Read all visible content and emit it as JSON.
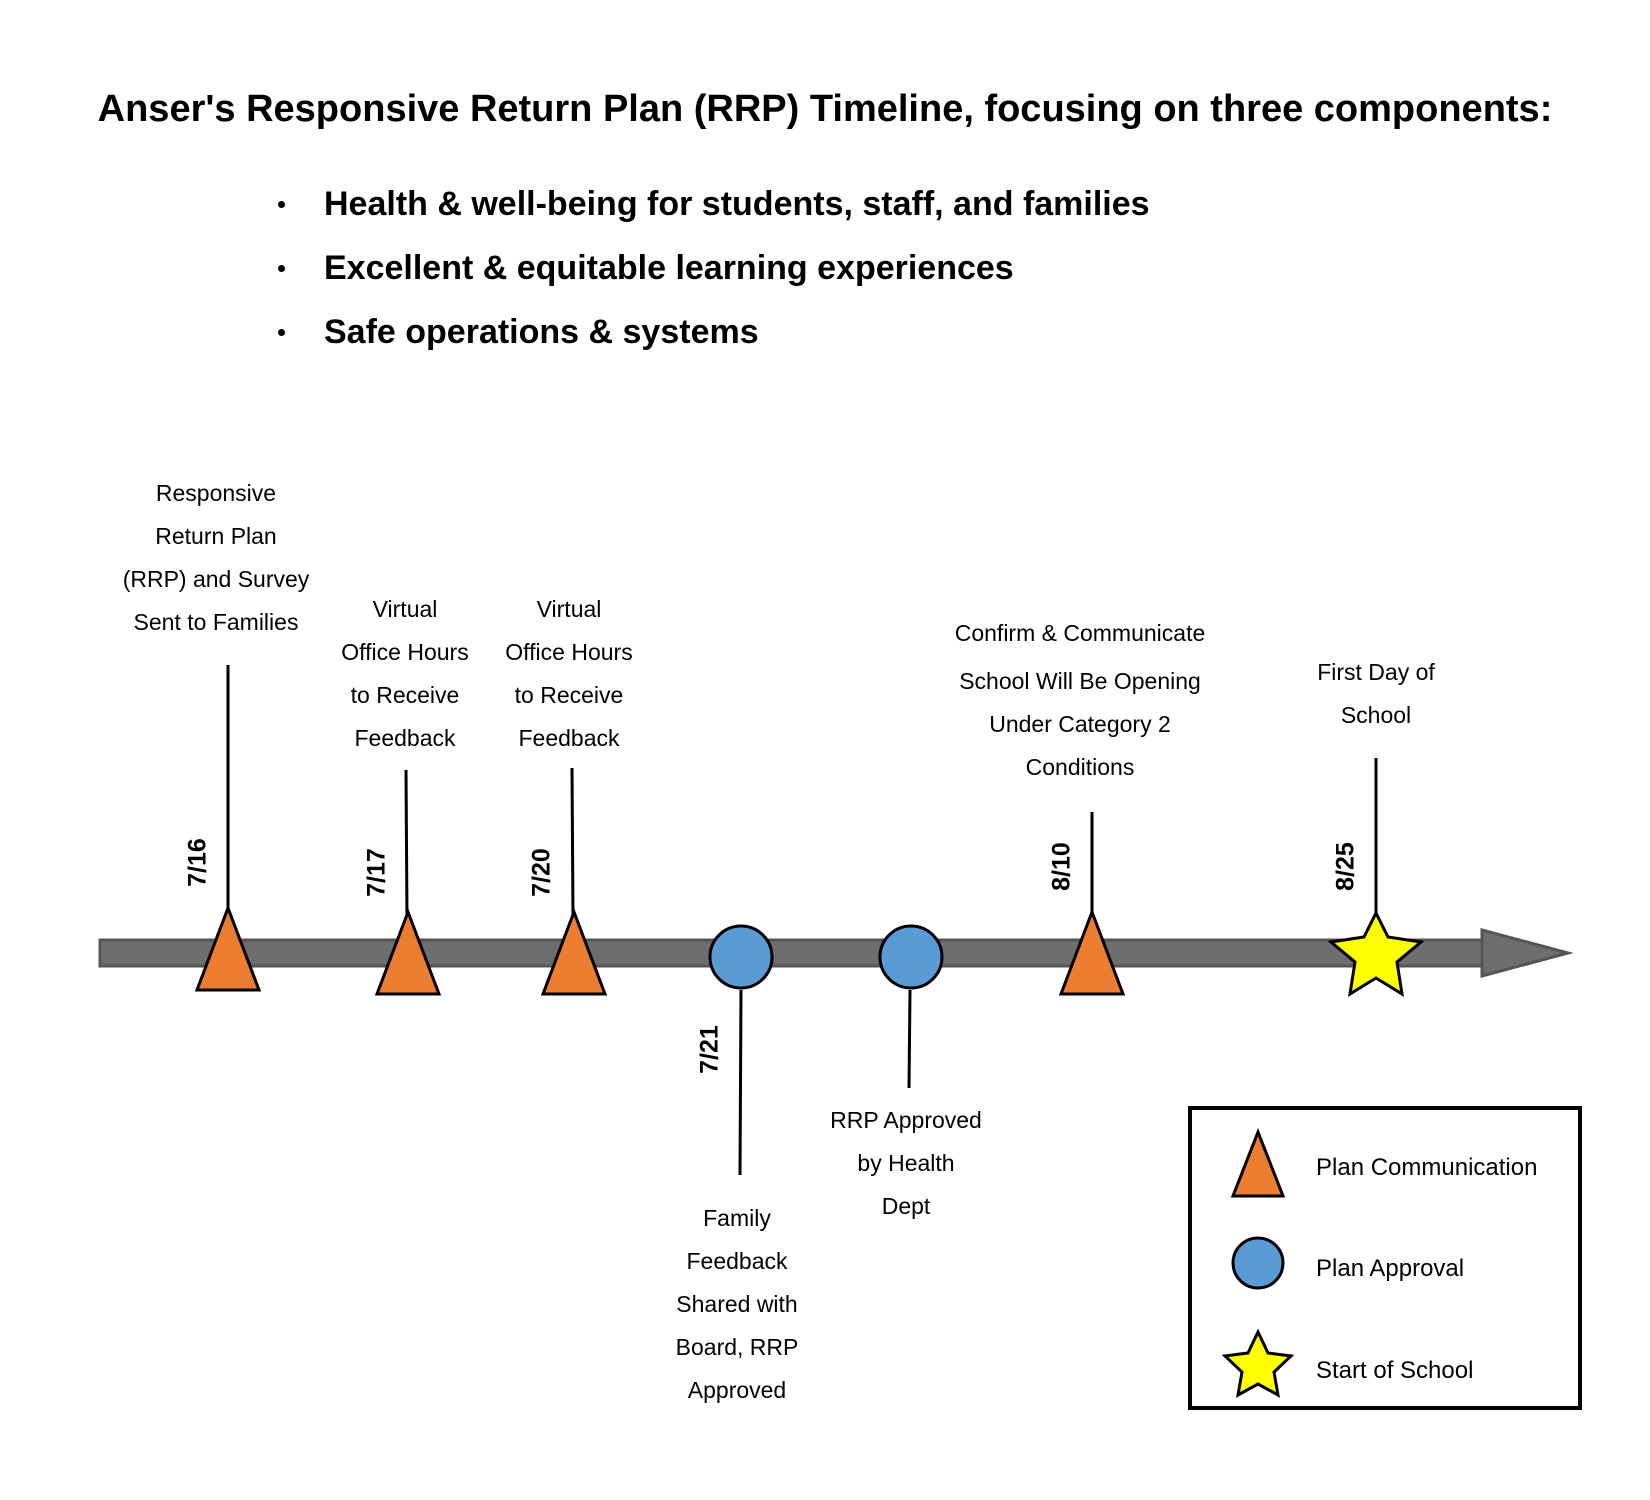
{
  "title": "Anser's Responsive Return Plan (RRP) Timeline, focusing on three components:",
  "components": [
    "Health & well-being for students, staff, and families",
    "Excellent & equitable learning experiences",
    "Safe operations & systems"
  ],
  "events": [
    {
      "date": "7/16",
      "type": "Plan Communication",
      "label": [
        "Responsive",
        "Return Plan",
        "(RRP) and Survey",
        "Sent to Families"
      ]
    },
    {
      "date": "7/17",
      "type": "Plan Communication",
      "label": [
        "Virtual",
        "Office Hours",
        "to Receive",
        "Feedback"
      ]
    },
    {
      "date": "7/20",
      "type": "Plan Communication",
      "label": [
        "Virtual",
        "Office Hours",
        "to Receive",
        "Feedback"
      ]
    },
    {
      "date": "7/21",
      "type": "Plan Approval",
      "label": [
        "Family",
        "Feedback",
        "Shared with",
        "Board, RRP",
        "Approved"
      ]
    },
    {
      "date": "",
      "type": "Plan Approval",
      "label": [
        "RRP Approved",
        "by Health",
        "Dept"
      ]
    },
    {
      "date": "8/10",
      "type": "Plan Communication",
      "label": [
        "Confirm & Communicate",
        "School Will Be Opening",
        "Under Category 2",
        "Conditions"
      ]
    },
    {
      "date": "8/25",
      "type": "Start of School",
      "label": [
        "First Day of",
        "School"
      ]
    }
  ],
  "legend": [
    {
      "label": "Plan Communication",
      "icon": "triangle-icon"
    },
    {
      "label": "Plan Approval",
      "icon": "circle-icon"
    },
    {
      "label": "Start of School",
      "icon": "star-icon"
    }
  ],
  "colors": {
    "communication": "#ED7D31",
    "approval": "#5B9BD5",
    "start": "#FFFF00",
    "arrow": "#6E6E6E"
  }
}
